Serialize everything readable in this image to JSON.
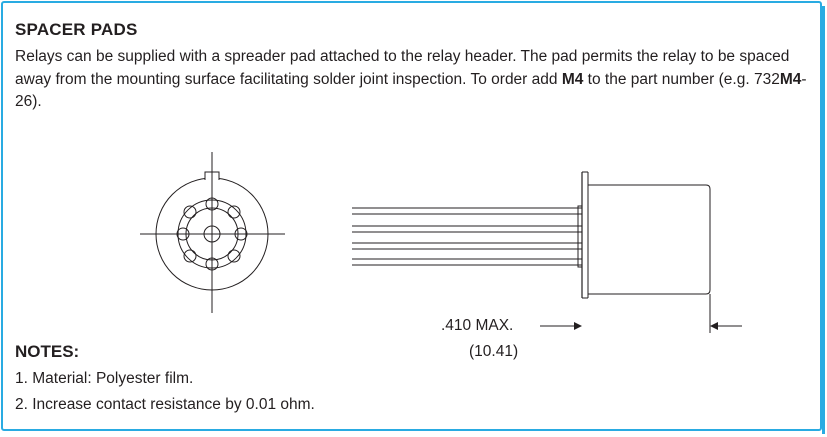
{
  "section": {
    "title": "SPACER PADS",
    "para_1": "Relays can be supplied with a spreader pad attached to the relay header. The pad permits the relay to be spaced away from the mounting surface facilitating solder joint inspection. To order add ",
    "para_code": "M4",
    "para_2": " to the part number (e.g. 732",
    "para_code_2": "M4",
    "para_3": "-26)."
  },
  "dimension": {
    "label": ".410 MAX.",
    "metric": "(10.41)"
  },
  "notes": {
    "heading": "NOTES:",
    "items": [
      "1. Material: Polyester film.",
      "2. Increase contact resistance by 0.01 ohm."
    ]
  },
  "colors": {
    "border": "#29abe2",
    "ink": "#231f20"
  }
}
